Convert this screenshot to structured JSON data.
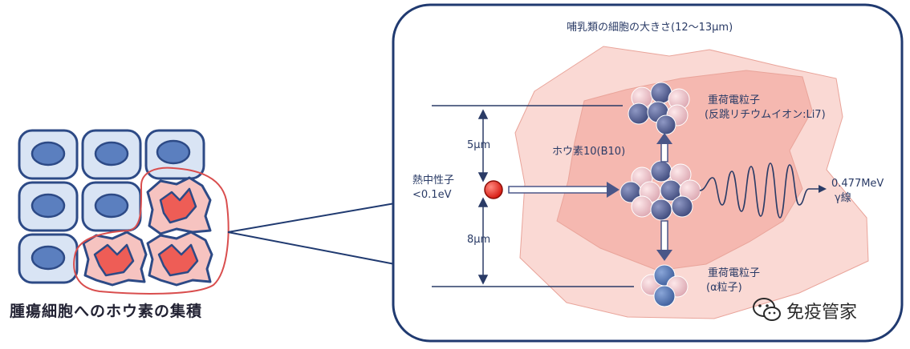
{
  "left_panel": {
    "caption": "腫瘍細胞へのホウ素の集積"
  },
  "right_panel": {
    "title": "哺乳類の細胞の大きさ(12〜13μm)",
    "neutron_label_1": "熱中性子",
    "neutron_label_2": "<0.1eV",
    "distance_upper": "5μm",
    "distance_lower": "8μm",
    "boron_label": "ホウ素10(B10)",
    "li_label_1": "重荷電粒子",
    "li_label_2": "(反跳リチウムイオン:Li7)",
    "alpha_label_1": "重荷電粒子",
    "alpha_label_2": "(α粒子)",
    "gamma_label_1": "0.477MeV",
    "gamma_label_2": "γ線"
  },
  "watermark": {
    "text": "免疫管家",
    "icon": "wechat-icon"
  },
  "colors": {
    "normal_cell_fill": "#d9e4f4",
    "normal_cell_stroke": "#2d4a86",
    "nucleus_fill": "#5b7fbf",
    "tumor_cell_fill": "#f6c3c0",
    "tumor_nucleus_fill": "#ee5d56",
    "highlight_stroke": "#d94e4e",
    "panel_border": "#203a70",
    "neutron": "#e8261f",
    "cell_region_outer": "#fad9d4",
    "cell_region_inner": "#f5b8b0",
    "particle_dark": "#4a5688",
    "particle_light": "#f0c6cc"
  }
}
